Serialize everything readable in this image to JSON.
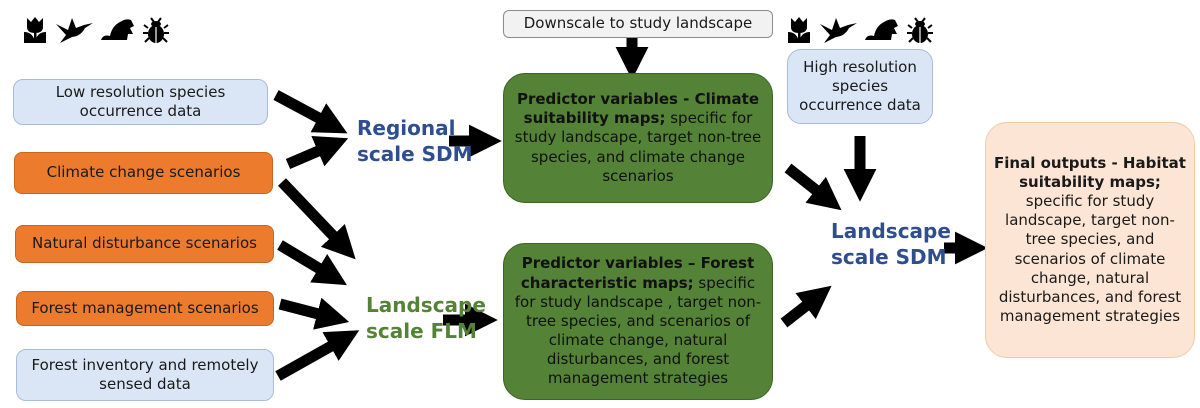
{
  "icons": {
    "top_left": [
      "tulip-icon",
      "hummingbird-icon",
      "beaver-icon",
      "beetle-icon"
    ],
    "top_right": [
      "tulip-icon",
      "hummingbird-icon",
      "beaver-icon",
      "beetle-icon"
    ]
  },
  "inputs": {
    "low_res": "Low resolution species occurrence data",
    "climate": "Climate change scenarios",
    "natural": "Natural disturbance scenarios",
    "management": "Forest management scenarios",
    "inventory": "Forest inventory and remotely sensed data"
  },
  "models": {
    "regional_sdm_line1": "Regional",
    "regional_sdm_line2": "scale SDM",
    "landscape_flm_line1": "Landscape",
    "landscape_flm_line2": "scale FLM",
    "landscape_sdm_line1": "Landscape",
    "landscape_sdm_line2": "scale SDM"
  },
  "downscale": "Downscale to study landscape",
  "high_res": "High resolution species occurrence data",
  "climate_predictors": {
    "bold": "Predictor variables - Climate suitability maps;",
    "rest": " specific for study landscape, target non-tree species, and climate change scenarios"
  },
  "forest_predictors": {
    "bold": "Predictor variables – Forest characteristic maps;",
    "rest": " specific for study landscape , target non-tree species, and scenarios of climate change, natural disturbances, and forest management strategies"
  },
  "final_outputs": {
    "bold": "Final outputs - Habitat suitability maps;",
    "rest": " specific for study landscape, target non-tree species, and scenarios of climate change, natural disturbances, and forest management strategies"
  },
  "colors": {
    "input_blue": "#dae6f5",
    "scenario_orange": "#ec7b2d",
    "predictor_green": "#548236",
    "output_peach": "#fce5d4",
    "sdm_label_blue": "#2f4e8f",
    "flm_label_green": "#548236"
  }
}
